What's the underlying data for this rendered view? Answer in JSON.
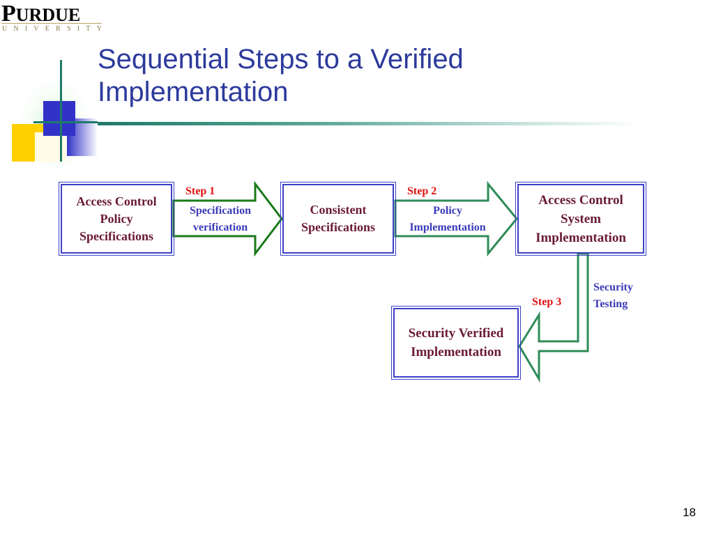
{
  "logo": {
    "wordmark_initial": "P",
    "wordmark_rest": "URDUE",
    "subtitle": "UNIVERSITY"
  },
  "slide": {
    "title_line1": "Sequential Steps to a Verified",
    "title_line2": "Implementation",
    "page_number": "18"
  },
  "diagram": {
    "boxes": {
      "policy": [
        "Access Control",
        "Policy",
        "Specifications"
      ],
      "consistent": [
        "Consistent",
        "Specifications"
      ],
      "system": [
        "Access Control",
        "System",
        "Implementation"
      ],
      "verified": [
        "Security Verified",
        "Implementation"
      ]
    },
    "steps": {
      "step1": {
        "label": "Step 1",
        "desc": [
          "Specification",
          "verification"
        ]
      },
      "step2": {
        "label": "Step 2",
        "desc": [
          "Policy",
          "Implementation"
        ]
      },
      "step3": {
        "label": "Step 3",
        "desc": [
          "Security",
          "Testing"
        ]
      }
    }
  },
  "colors": {
    "title": "#2d3a9c",
    "box_border": "#3b3fc7",
    "box_text": "#6a1a36",
    "step_label": "#e01010",
    "arrow_desc": "#3a3ab8",
    "arrow_green": "#2e8b57",
    "arrow_dark_green": "#1a7a1a"
  }
}
